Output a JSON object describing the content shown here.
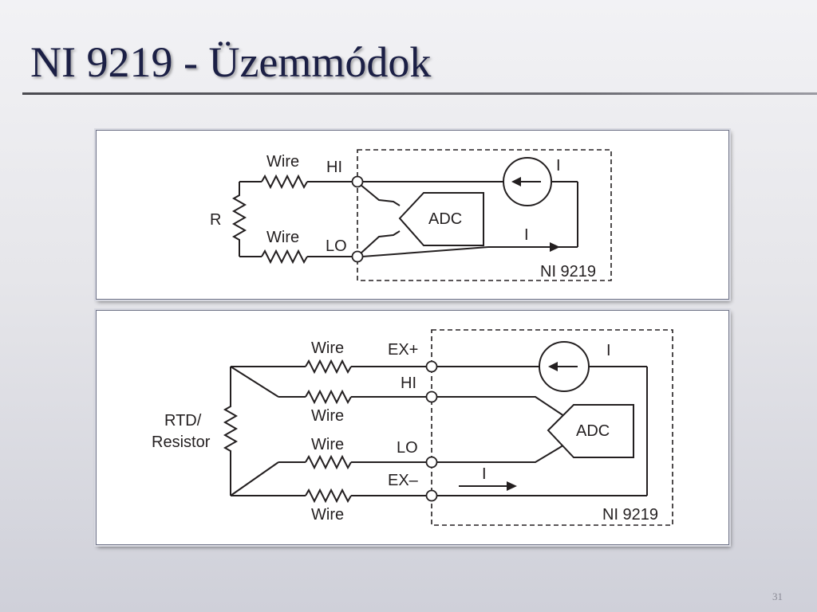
{
  "slide": {
    "title": "NI 9219 - Üzemmódok",
    "page_number": "31"
  },
  "diagram1": {
    "wire_top": "Wire",
    "wire_bottom": "Wire",
    "resistor": "R",
    "terminal_hi": "HI",
    "terminal_lo": "LO",
    "adc": "ADC",
    "current_source": "I",
    "current_arrow": "I",
    "module": "NI 9219"
  },
  "diagram2": {
    "wire_1": "Wire",
    "wire_2": "Wire",
    "wire_3": "Wire",
    "wire_4": "Wire",
    "resistor_line1": "RTD/",
    "resistor_line2": "Resistor",
    "terminal_ex_plus": "EX+",
    "terminal_hi": "HI",
    "terminal_lo": "LO",
    "terminal_ex_minus": "EX–",
    "adc": "ADC",
    "current_source": "I",
    "current_arrow": "I",
    "module": "NI 9219"
  }
}
